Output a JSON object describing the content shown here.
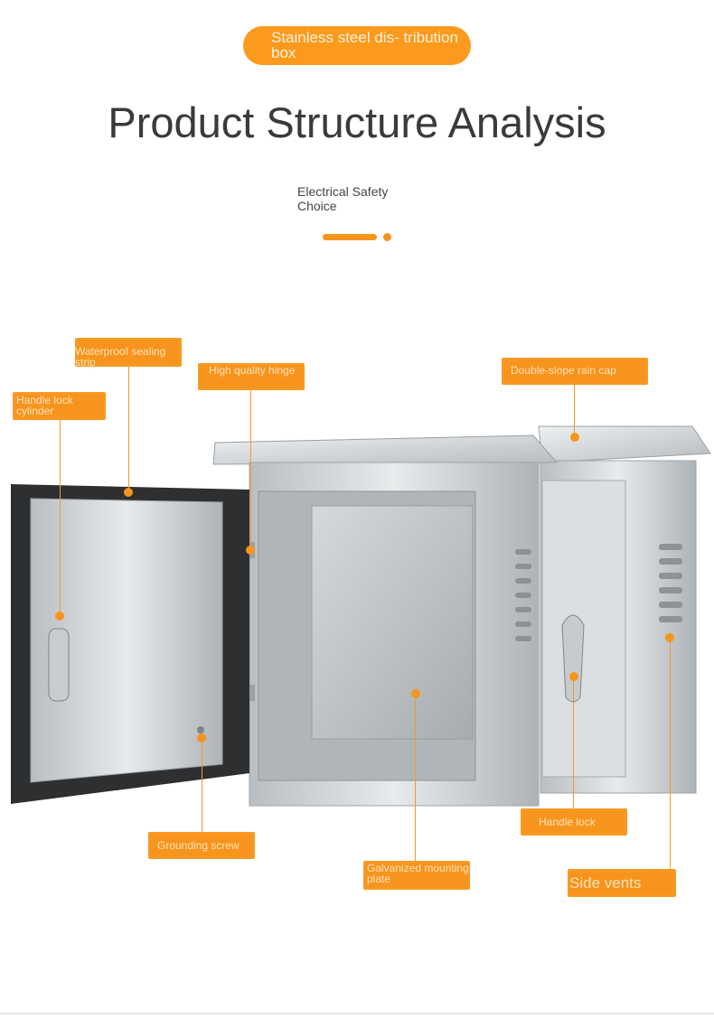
{
  "header": {
    "badge": "Stainless steel dis- tribution box",
    "title": "Product Structure Analysis",
    "subtitle": "Electrical Safety Choice"
  },
  "labels": {
    "waterproof_strip": "Waterproof sealing strip",
    "hinge": "High quality hinge",
    "handle_lock_cylinder": "Handle lock cylinder",
    "rain_cap": "Double-slope rain cap",
    "grounding_screw": "Grounding screw",
    "mounting_plate": "Galvanized mounting plate",
    "handle_lock": "Handle lock",
    "side_vents": "Side vents"
  },
  "colors": {
    "accent": "#f7941d",
    "steel": "#c9cdd0"
  }
}
